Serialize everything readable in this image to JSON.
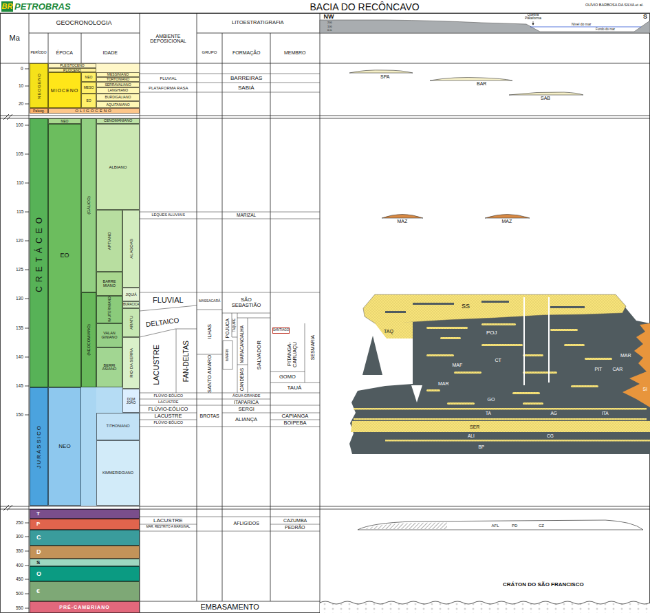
{
  "diagram": {
    "title": "BACIA DO RECÔNCAVO",
    "nodes": [
      {
        "text": [
          "NEOGENO"
        ]
      },
      {
        "text": [
          "PLEISTOCENO"
        ]
      },
      {
        "text": [
          "PLIOCENO"
        ]
      },
      {
        "text": [
          "MIOCENO"
        ]
      },
      {
        "text": [
          "NEO"
        ]
      },
      {
        "text": [
          "MESO"
        ]
      },
      {
        "text": [
          "EO"
        ]
      },
      {
        "text": [
          "MESSINIANO"
        ]
      },
      {
        "text": [
          "TORTONIANO"
        ]
      },
      {
        "text": [
          "SERRAVALIANO"
        ]
      },
      {
        "text": [
          "LANGHIANO"
        ]
      },
      {
        "text": [
          "BURDIGALIANO"
        ]
      },
      {
        "text": [
          "AQUITANIANO"
        ]
      },
      {
        "text": [
          "Paleog."
        ]
      },
      {
        "text": [
          "OLIGOCENO"
        ]
      },
      {
        "text": [
          "CRETÁCEO"
        ]
      },
      {
        "text": [
          "NEO"
        ]
      },
      {
        "text": [
          "EO"
        ]
      },
      {
        "text": [
          "(GÁLICO)"
        ]
      },
      {
        "text": [
          "(NEOCOMIANO)"
        ]
      },
      {
        "text": [
          "CENOMANIANO"
        ]
      },
      {
        "text": [
          "ALBIANO"
        ]
      },
      {
        "text": [
          "APTIANO"
        ]
      },
      {
        "text": [
          "BARRE MIANO"
        ]
      },
      {
        "text": [
          "HAUTERIVIANO"
        ]
      },
      {
        "text": [
          "VALAN GINIANO"
        ]
      },
      {
        "text": [
          "BERRI ASIANO"
        ]
      },
      {
        "text": [
          "ALAGOAS"
        ]
      },
      {
        "text": [
          "JIQUIÁ"
        ]
      },
      {
        "text": [
          "BURACICA"
        ]
      },
      {
        "text": [
          "ARATU"
        ]
      },
      {
        "text": [
          "RIO DA SERRA"
        ]
      },
      {
        "text": [
          "JURÁSSICO"
        ]
      },
      {
        "text": [
          "NEO"
        ]
      },
      {
        "text": [
          "DOM JOÃO"
        ]
      },
      {
        "text": [
          "TITHONIANO"
        ]
      },
      {
        "text": [
          "KIMMERIDGIANO"
        ]
      },
      {
        "text": [
          "T"
        ]
      },
      {
        "text": [
          "P"
        ]
      },
      {
        "text": [
          "C"
        ]
      },
      {
        "text": [
          "D"
        ]
      },
      {
        "text": [
          "S"
        ]
      },
      {
        "text": [
          "O"
        ]
      },
      {
        "text": [
          "€"
        ]
      },
      {
        "text": [
          "PRÉ-CAMBRIANO"
        ]
      },
      {
        "text": [
          "SANTIAGO"
        ]
      }
    ],
    "labels": [
      "BR",
      "PETROBRAS",
      "OLÍVIO BARBOSA DA SILVA et al.",
      "Ma",
      "GEOCRONOLOGIA",
      "PERÍODO",
      "ÉPOCA",
      "IDADE",
      "AMBIENTE DEPOSICIONAL",
      "LITOESTRATIGRAFIA",
      "GRUPO",
      "FORMAÇÃO",
      "MEMBRO",
      "NW",
      "S",
      "200",
      "100",
      "0 m",
      "Quebra Plataforma",
      "Nível do mar",
      "Fundo do mar",
      "0",
      "10",
      "20",
      "100",
      "105",
      "110",
      "115",
      "120",
      "125",
      "130",
      "135",
      "140",
      "145",
      "150",
      "250",
      "300",
      "350",
      "400",
      "450",
      "500",
      "550",
      "FLUVIAL",
      "PLATAFORMA RASA",
      "LEQUES ALUVIAIS",
      "FLUVIAL",
      "DELTAICO",
      "LACUSTRE",
      "FAN-DELTAS",
      "FLÚVIO-EÓLICO",
      "LACUSTRE",
      "FLÚVIO-EÓLICO",
      "LACUSTRE",
      "FLÚVIO-EÓLICO",
      "LACUSTRE",
      "MAR. RESTRITO A MARGINAL",
      "BARREIRAS",
      "SABIÁ",
      "MARIZAL",
      "MASSACARÁ",
      "SÃO SEBASTIÃO",
      "ILHAS",
      "SANTO AMARO",
      "TAQUIPE",
      "POJUCA",
      "MARFIM",
      "MARACANGALHA",
      "CANDEIAS",
      "SALVADOR",
      "ÁGUA GRANDE",
      "ITAPARICA",
      "SERGI",
      "ALIANÇA",
      "BROTAS",
      "PITANGA- CARUAÇU",
      "SESMARIA",
      "GOMO",
      "TAUÁ",
      "CAPIANGA",
      "BOIPEBA",
      "AFLIGIDOS",
      "CAZUMBA",
      "PEDRÃO",
      "EMBASAMENTO",
      "SPA",
      "BAR",
      "SAB",
      "MAZ",
      "MAZ",
      "SS",
      "TAQ",
      "POJ",
      "MAR",
      "SI",
      "MAF",
      "CT",
      "PIT",
      "CAR",
      "MAR",
      "GO",
      "TA",
      "AG",
      "ITA",
      "SER",
      "CG",
      "ALI",
      "BP",
      "AFL",
      "PD",
      "CZ",
      "CRÁTON DO SÃO FRANCISCO"
    ]
  }
}
